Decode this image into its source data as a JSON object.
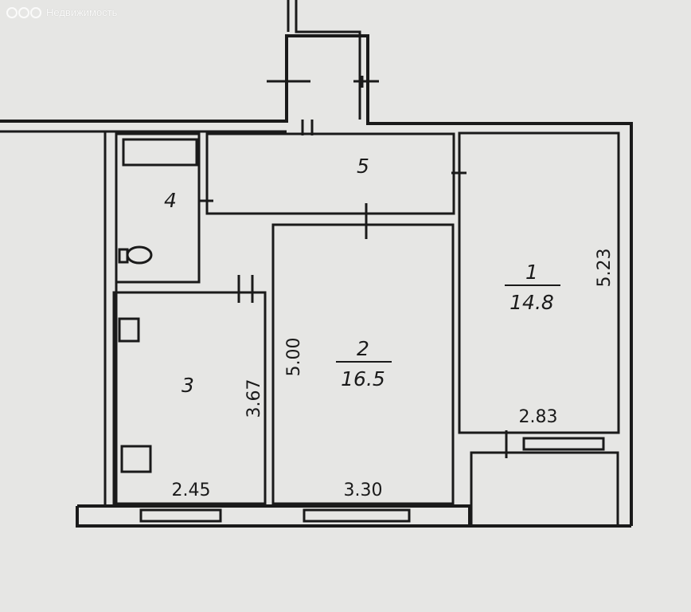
{
  "watermark": {
    "text": "Недвижимость",
    "logo_icon": "domclick-logo"
  },
  "rooms": [
    {
      "id": "1",
      "number": "1",
      "area": "14.8"
    },
    {
      "id": "2",
      "number": "2",
      "area": "16.5"
    },
    {
      "id": "3",
      "number": "3",
      "area": ""
    },
    {
      "id": "4",
      "number": "4",
      "area": ""
    },
    {
      "id": "5",
      "number": "5",
      "area": ""
    }
  ],
  "dimensions": {
    "room1_length": "5.23",
    "room1_width": "2.83",
    "room2_length": "5.00",
    "room2_width": "3.30",
    "room3_length": "3.67",
    "room3_width": "2.45"
  },
  "colors": {
    "wall": "#1a1a1a",
    "background": "#e6e6e4"
  }
}
